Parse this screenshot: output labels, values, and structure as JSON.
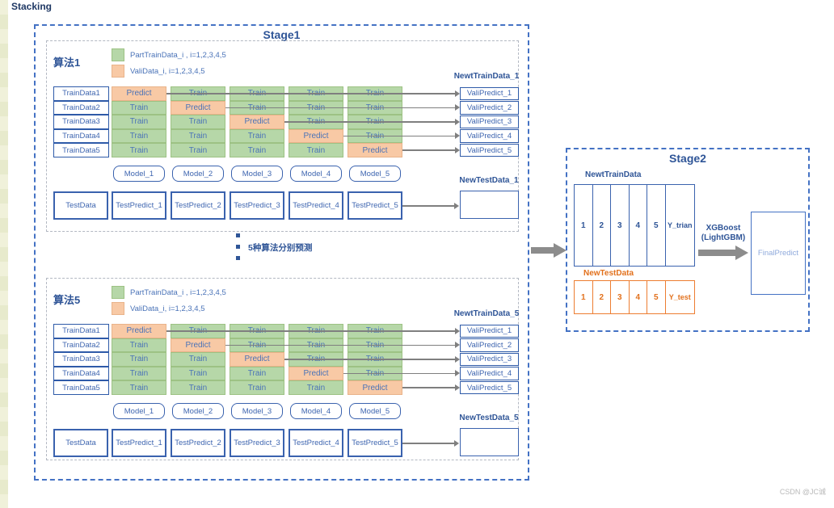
{
  "page": {
    "title": "Stacking",
    "watermark": "CSDN @JC诚"
  },
  "colors": {
    "green": "#b6d7a8",
    "orange": "#f8c9a5",
    "blue": "#4472c4",
    "dark_blue": "#2f5597",
    "orange_accent": "#ed7d31",
    "arrow_gray": "#8c8c8c"
  },
  "stage1": {
    "title": "Stage1",
    "note": "5种算法分别预测",
    "panels": [
      {
        "name": "算法1",
        "legend": [
          {
            "swatch": "green",
            "label": "PartTrainData_i , i=1,2,3,4,5"
          },
          {
            "swatch": "orange",
            "label": "ValiData_i, i=1,2,3,4,5"
          }
        ],
        "new_train_label": "NewtTrainData_1",
        "rows": [
          {
            "label": "TrainData1",
            "cells": [
              "Predict",
              "Train",
              "Train",
              "Train",
              "Train"
            ],
            "vali": "ValiPredict_1"
          },
          {
            "label": "TrainData2",
            "cells": [
              "Train",
              "Predict",
              "Train",
              "Train",
              "Train"
            ],
            "vali": "ValiPredict_2"
          },
          {
            "label": "TrainData3",
            "cells": [
              "Train",
              "Train",
              "Predict",
              "Train",
              "Train"
            ],
            "vali": "ValiPredict_3"
          },
          {
            "label": "TrainData4",
            "cells": [
              "Train",
              "Train",
              "Train",
              "Predict",
              "Train"
            ],
            "vali": "ValiPredict_4"
          },
          {
            "label": "TrainData5",
            "cells": [
              "Train",
              "Train",
              "Train",
              "Train",
              "Predict"
            ],
            "vali": "ValiPredict_5"
          }
        ],
        "models": [
          "Model_1",
          "Model_2",
          "Model_3",
          "Model_4",
          "Model_5"
        ],
        "test_label": "TestData",
        "test_predicts": [
          "TestPredict_1",
          "TestPredict_2",
          "TestPredict_3",
          "TestPredict_4",
          "TestPredict_5"
        ],
        "new_test_label": "NewTestData_1"
      },
      {
        "name": "算法5",
        "legend": [
          {
            "swatch": "green",
            "label": "PartTrainData_i , i=1,2,3,4,5"
          },
          {
            "swatch": "orange",
            "label": "ValiData_i, i=1,2,3,4,5"
          }
        ],
        "new_train_label": "NewtTrainData_5",
        "rows": [
          {
            "label": "TrainData1",
            "cells": [
              "Predict",
              "Train",
              "Train",
              "Train",
              "Train"
            ],
            "vali": "ValiPredict_1"
          },
          {
            "label": "TrainData2",
            "cells": [
              "Train",
              "Predict",
              "Train",
              "Train",
              "Train"
            ],
            "vali": "ValiPredict_2"
          },
          {
            "label": "TrainData3",
            "cells": [
              "Train",
              "Train",
              "Predict",
              "Train",
              "Train"
            ],
            "vali": "ValiPredict_3"
          },
          {
            "label": "TrainData4",
            "cells": [
              "Train",
              "Train",
              "Train",
              "Predict",
              "Train"
            ],
            "vali": "ValiPredict_4"
          },
          {
            "label": "TrainData5",
            "cells": [
              "Train",
              "Train",
              "Train",
              "Train",
              "Predict"
            ],
            "vali": "ValiPredict_5"
          }
        ],
        "models": [
          "Model_1",
          "Model_2",
          "Model_3",
          "Model_4",
          "Model_5"
        ],
        "test_label": "TestData",
        "test_predicts": [
          "TestPredict_1",
          "TestPredict_2",
          "TestPredict_3",
          "TestPredict_4",
          "TestPredict_5"
        ],
        "new_test_label": "NewTestData_5"
      }
    ]
  },
  "stage2": {
    "title": "Stage2",
    "train_table": {
      "label": "NewtTrainData",
      "columns": [
        "1",
        "2",
        "3",
        "4",
        "5",
        "Y_trian"
      ]
    },
    "test_table": {
      "label": "NewTestData",
      "columns": [
        "1",
        "2",
        "3",
        "4",
        "5",
        "Y_test"
      ]
    },
    "model_line1": "XGBoost",
    "model_line2": "(LightGBM)",
    "final_label": "FinalPredict"
  }
}
